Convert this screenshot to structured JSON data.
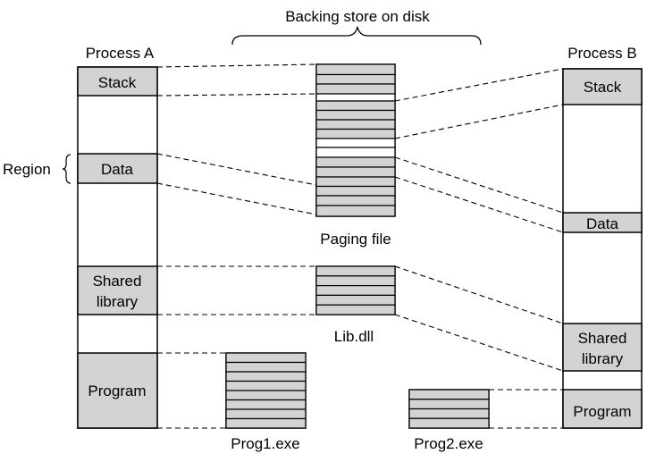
{
  "title": "Backing store on disk",
  "process_a": {
    "label": "Process A",
    "region_label": "Region",
    "segments": {
      "stack": "Stack",
      "data": "Data",
      "shared_line1": "Shared",
      "shared_line2": "library",
      "program": "Program"
    }
  },
  "process_b": {
    "label": "Process B",
    "segments": {
      "stack": "Stack",
      "data": "Data",
      "shared_line1": "Shared",
      "shared_line2": "library",
      "program": "Program"
    }
  },
  "files": {
    "paging_file": "Paging file",
    "lib_dll": "Lib.dll",
    "prog1": "Prog1.exe",
    "prog2": "Prog2.exe"
  },
  "colors": {
    "segment_fill": "#d3d3d3",
    "stroke": "#000000",
    "background": "#ffffff"
  }
}
